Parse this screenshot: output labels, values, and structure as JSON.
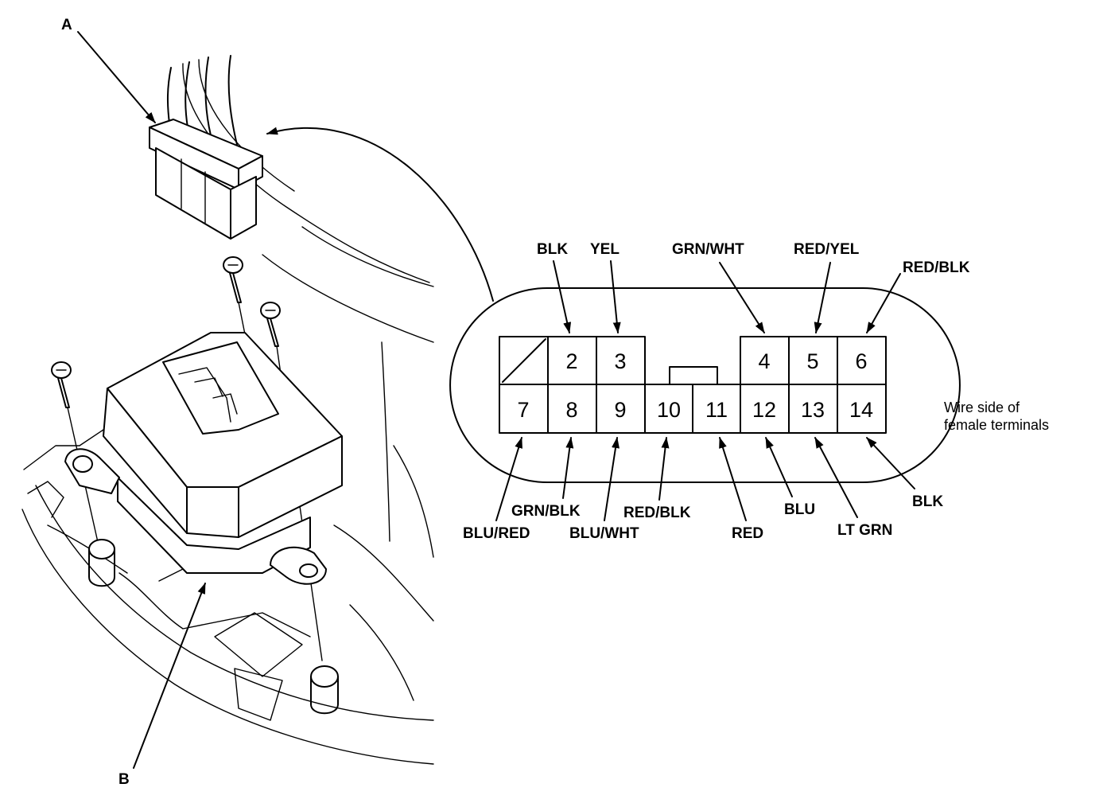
{
  "callouts": {
    "a": "A",
    "b": "B"
  },
  "connector": {
    "cavities": [
      {
        "id": "c1",
        "num": "",
        "blank": true
      },
      {
        "id": "c2",
        "num": "2"
      },
      {
        "id": "c3",
        "num": "3"
      },
      {
        "id": "c4",
        "num": "4"
      },
      {
        "id": "c5",
        "num": "5"
      },
      {
        "id": "c6",
        "num": "6"
      },
      {
        "id": "c7",
        "num": "7"
      },
      {
        "id": "c8",
        "num": "8"
      },
      {
        "id": "c9",
        "num": "9"
      },
      {
        "id": "c10",
        "num": "10"
      },
      {
        "id": "c11",
        "num": "11"
      },
      {
        "id": "c12",
        "num": "12"
      },
      {
        "id": "c13",
        "num": "13"
      },
      {
        "id": "c14",
        "num": "14"
      }
    ],
    "wire_colors": {
      "t2": "BLK",
      "t3": "YEL",
      "t4": "GRN/WHT",
      "t5": "RED/YEL",
      "t6": "RED/BLK",
      "t7": "BLU/RED",
      "t8": "GRN/BLK",
      "t9": "BLU/WHT",
      "t10": "RED/BLK",
      "t11": "RED",
      "t12": "BLU",
      "t13": "LT GRN",
      "t14": "BLK"
    },
    "note_line1": "Wire side of",
    "note_line2": "female terminals"
  }
}
